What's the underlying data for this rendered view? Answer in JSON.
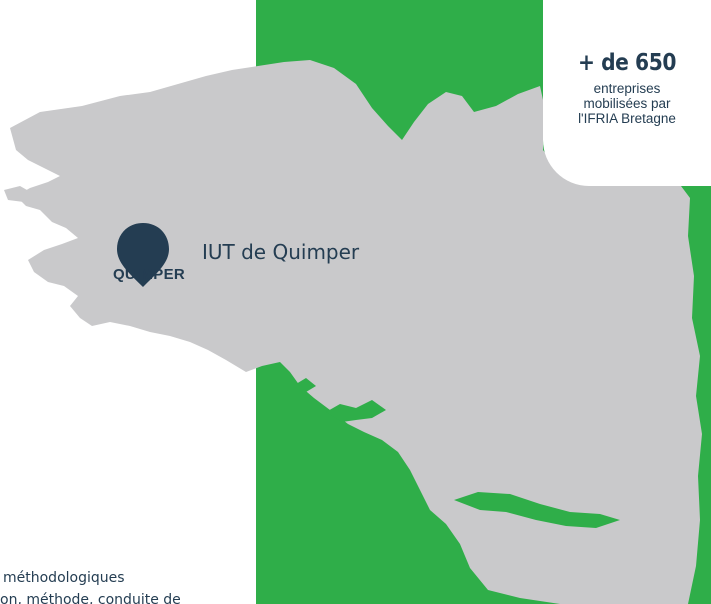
{
  "map": {
    "region": "Bretagne",
    "colors": {
      "land": "#c9c9cb",
      "sea_panel": "#2fae49",
      "text": "#243d52",
      "background": "#ffffff"
    }
  },
  "stat": {
    "number": "+ de 650",
    "line1": "entreprises",
    "line2": "mobilisées par",
    "line3": "l'IFRIA Bretagne"
  },
  "marker": {
    "icon": "map-pin-icon",
    "city": "QUIMPER",
    "site": "IUT de Quimper"
  },
  "footer_text": {
    "line1": "méthodologiques",
    "line2": "on, méthode, conduite de"
  }
}
